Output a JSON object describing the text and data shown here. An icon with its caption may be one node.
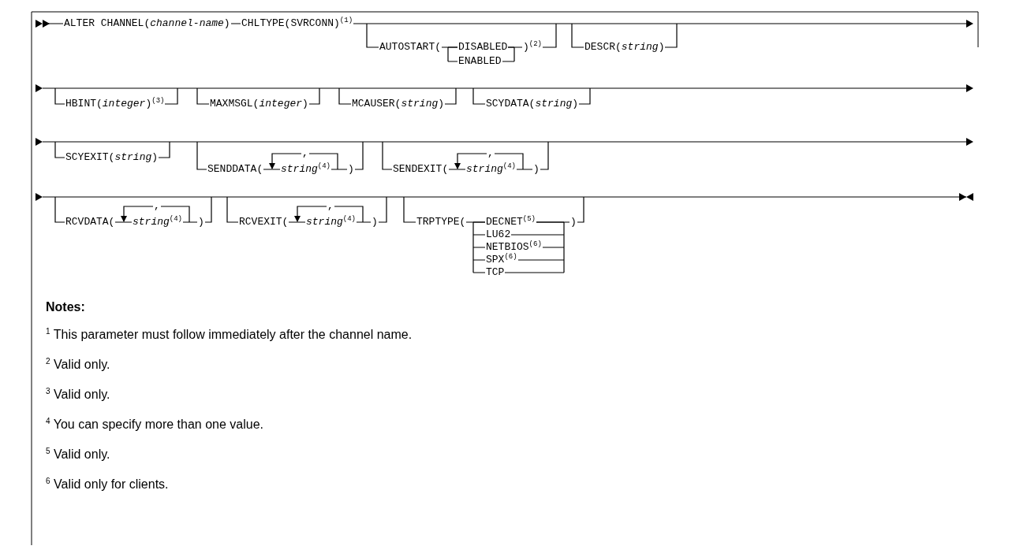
{
  "diagram": {
    "labels": [
      "ALTER CHANNEL(*channel-name*)",
      "CHLTYPE(SVRCONN)$^{(1)}$",
      "AUTOSTART(",
      "DISABLED",
      "ENABLED",
      ")$^{(2)}$",
      "DESCR(*string*)",
      "HBINT(*integer*)$^{(3)}$",
      "MAXMSGL(*integer*)",
      "MCAUSER(*string*)",
      "SCYDATA(*string*)",
      "SCYEXIT(*string*)",
      "SENDDATA(",
      ",",
      "*string*$^{(4)}$",
      ")",
      "SENDEXIT(",
      ",",
      "*string*$^{(4)}$",
      ")",
      "RCVDATA(",
      ",",
      "*string*$^{(4)}$",
      ")",
      "RCVEXIT(",
      ",",
      "*string*$^{(4)}$",
      ")",
      "TRPTYPE(",
      "DECNET$^{(5)}$",
      "LU62",
      "NETBIOS$^{(6)}$",
      "SPX$^{(6)}$",
      "TCP",
      ")",
      "Notes:",
      "$^{1}$ This parameter must follow immediately after the channel name.",
      "$^{2}$ Valid only.",
      "$^{3}$ Valid only.",
      "$^{4}$ You can specify more than one value.",
      "$^{5}$ Valid only.",
      "$^{6}$ Valid only for clients."
    ]
  }
}
